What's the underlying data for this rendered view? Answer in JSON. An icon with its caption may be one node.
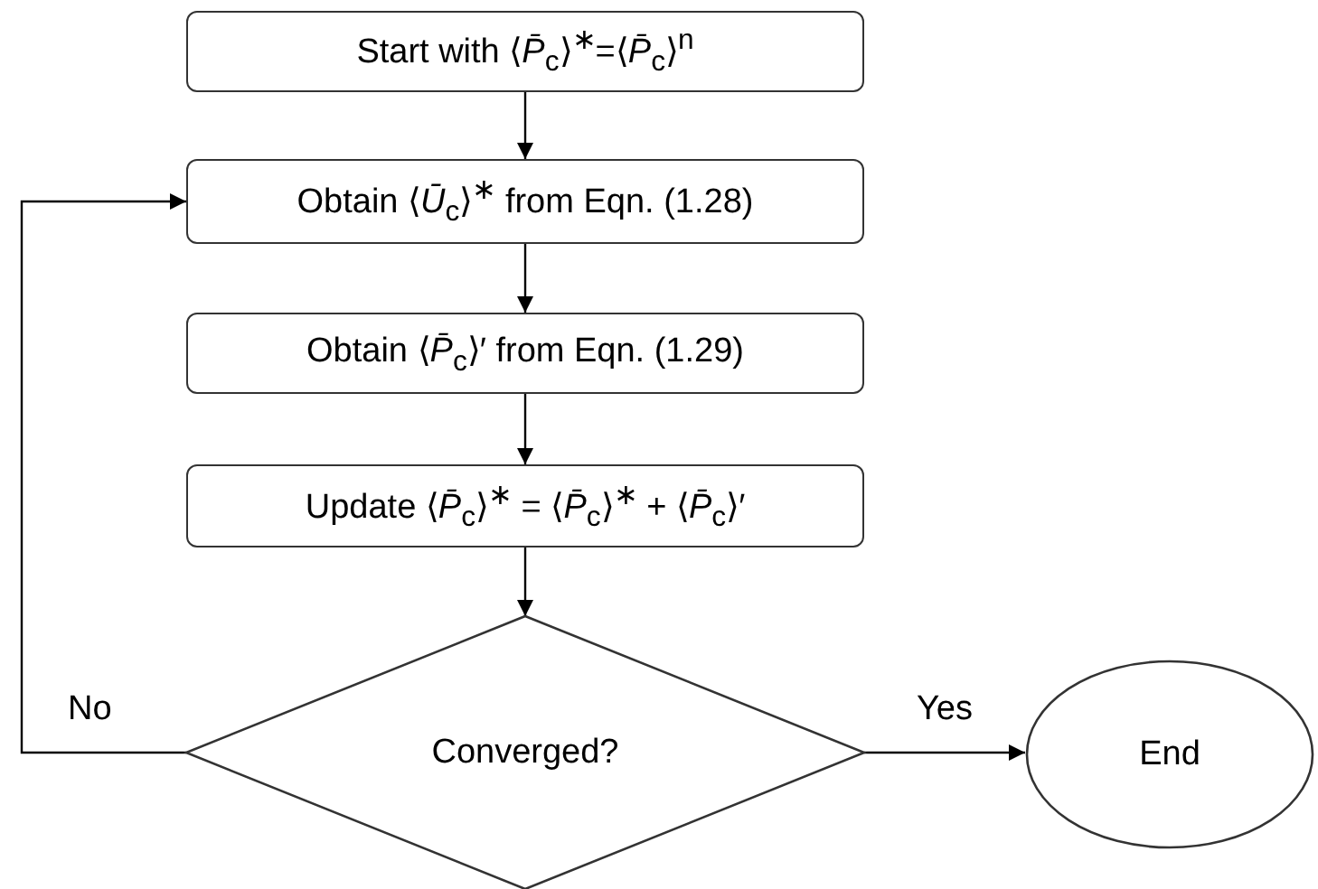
{
  "diagram": {
    "nodes": [
      {
        "text": [
          "Start with ⟨*P̄*$_{c}$⟩$^{∗}$=⟨*P̄*$_{c}$⟩$^{n}$"
        ]
      },
      {
        "text": [
          "Obtain ⟨*Ū*$_{c}$⟩$^{∗}$ from Eqn. (1.28)"
        ]
      },
      {
        "text": [
          "Obtain ⟨*P̄*$_{c}$⟩′ from Eqn. (1.29)"
        ]
      },
      {
        "text": [
          "Update ⟨*P̄*$_{c}$⟩$^{∗}$ = ⟨*P̄*$_{c}$⟩$^{∗}$ + ⟨*P̄*$_{c}$⟩′"
        ]
      },
      {
        "text": [
          "Converged?"
        ]
      },
      {
        "text": [
          "End"
        ]
      }
    ],
    "edges": [
      {
        "from": 0,
        "to": 1,
        "arrow": "to"
      },
      {
        "from": 1,
        "to": 2,
        "arrow": "to"
      },
      {
        "from": 2,
        "to": 3,
        "arrow": "to"
      },
      {
        "from": 3,
        "to": 4,
        "arrow": "to"
      },
      {
        "from": 4,
        "to": 1,
        "arrow": "to",
        "label": "No"
      },
      {
        "from": 4,
        "to": 5,
        "arrow": "to",
        "label": "Yes"
      }
    ]
  }
}
